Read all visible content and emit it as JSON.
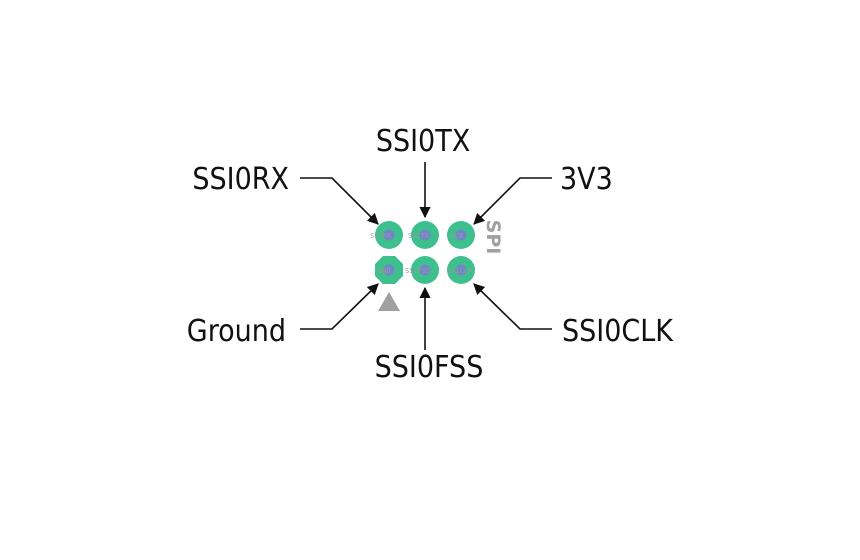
{
  "header": {
    "label": "SPI",
    "silk_top": [
      "SSIRX",
      "SSITX",
      "3V3"
    ],
    "silk_bottom": [
      "GND",
      "SSIFSS",
      "SSICLK"
    ]
  },
  "callouts": {
    "ssi0rx": "SSI0RX",
    "ssi0tx": "SSI0TX",
    "v3v3": "3V3",
    "ground": "Ground",
    "ssi0fss": "SSI0FSS",
    "ssi0clk": "SSI0CLK"
  },
  "colors": {
    "pad": "#3dbf8e",
    "drill": "#6f86c9",
    "silkscreen": "#a0a0a0",
    "leader": "#111111"
  }
}
